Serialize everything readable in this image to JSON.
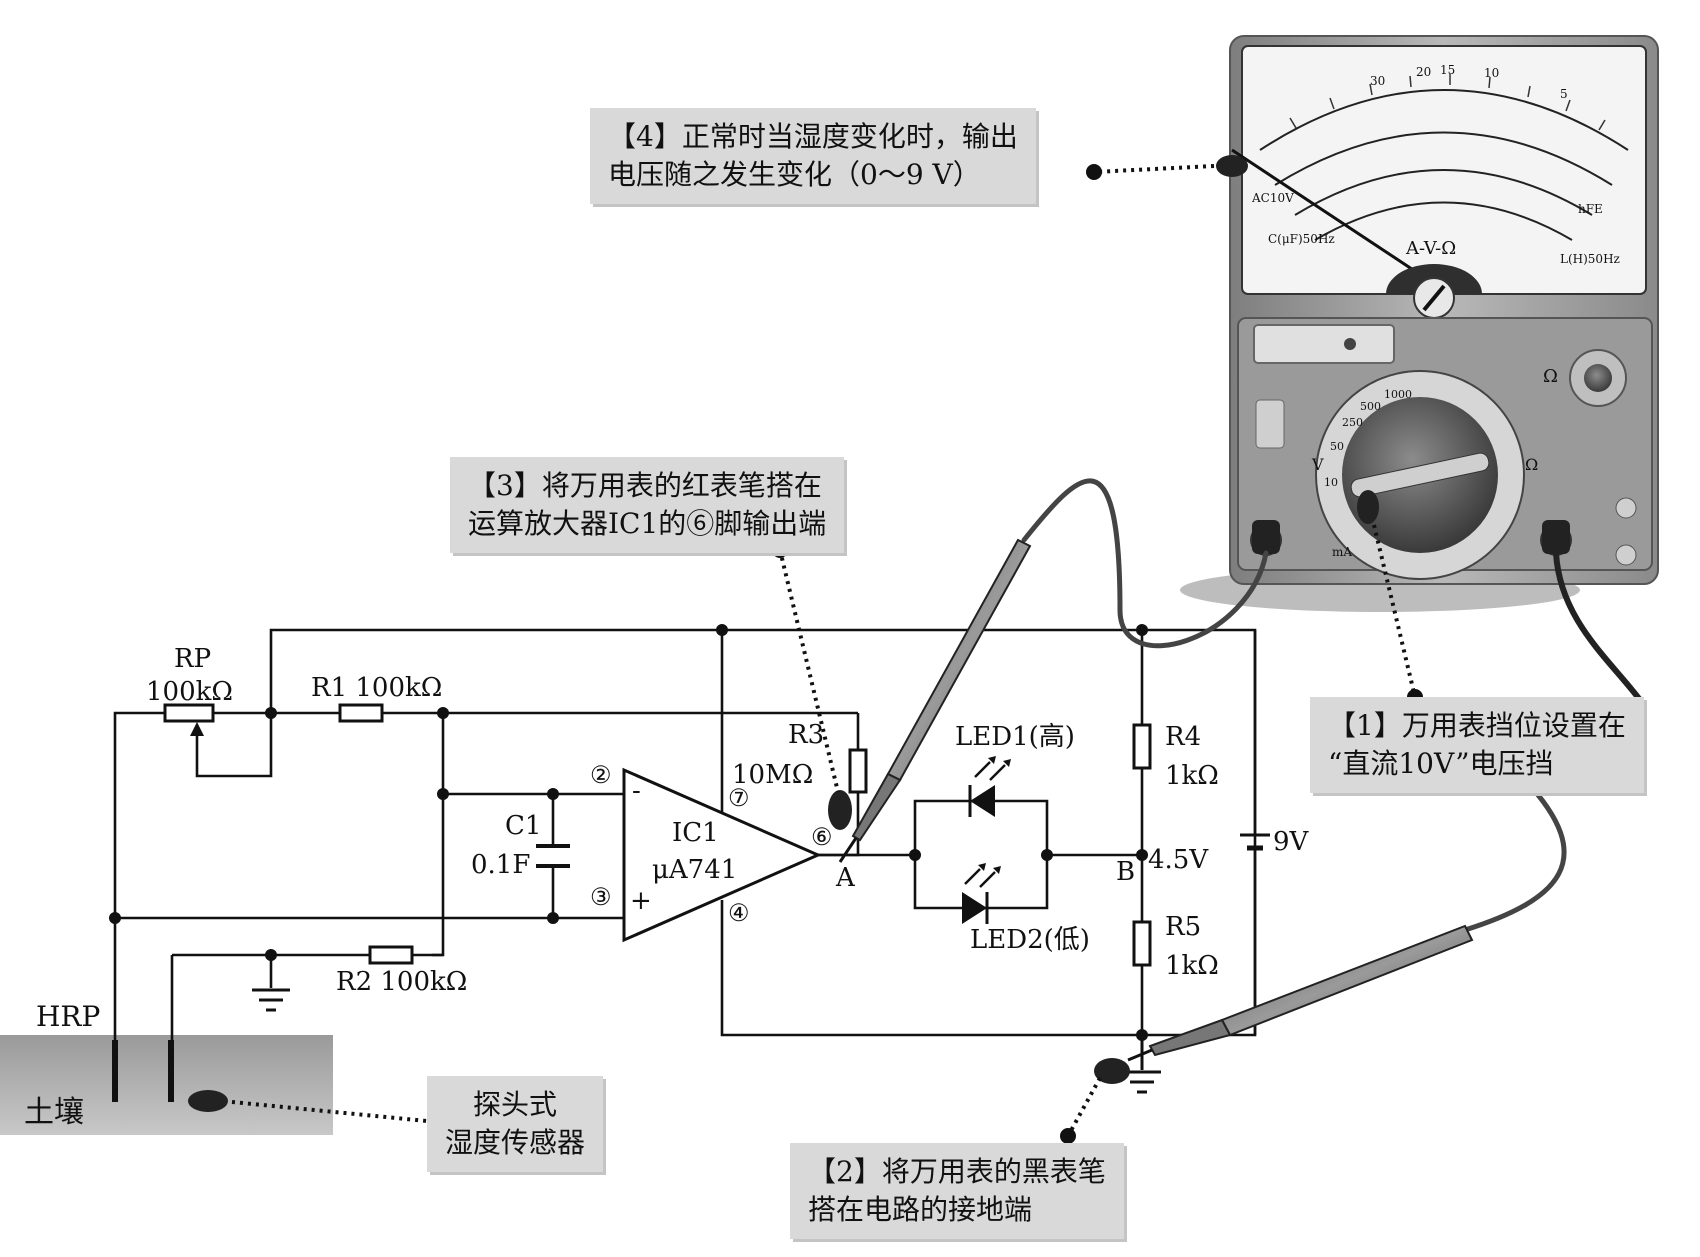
{
  "callouts": {
    "c1": {
      "line1": "【1】万用表挡位设置在",
      "line2": "“直流10V”电压挡"
    },
    "c2": {
      "line1": "【2】将万用表的黑表笔",
      "line2": "搭在电路的接地端"
    },
    "c3": {
      "line1": "【3】将万用表的红表笔搭在",
      "line2": "运算放大器IC1的⑥脚输出端"
    },
    "c4": {
      "line1": "【4】正常时当湿度变化时，输出",
      "line2": "电压随之发生变化（0～9 V）"
    },
    "sensor": {
      "line1": "探头式",
      "line2": "湿度传感器"
    }
  },
  "circuit": {
    "rp_name": "RP",
    "rp_value": "100kΩ",
    "r1": "R1 100kΩ",
    "r2": "R2 100kΩ",
    "r3_name": "R3",
    "r3_value": "10MΩ",
    "c1_name": "C1",
    "c1_value": "0.1F",
    "ic_name": "IC1",
    "ic_model": "μA741",
    "pin2": "②",
    "pin3": "③",
    "pin4": "④",
    "pin6": "⑥",
    "pin7": "⑦",
    "minus": "-",
    "plus": "+",
    "led1": "LED1(高)",
    "led2": "LED2(低)",
    "r4_name": "R4",
    "r4_value": "1kΩ",
    "r5_name": "R5",
    "r5_value": "1kΩ",
    "node_a": "A",
    "node_b": "B",
    "mid_voltage": "4.5V",
    "battery": "9V",
    "hrp": "HRP",
    "soil": "土壤"
  },
  "meter": {
    "dial_scale_label": "A-V-Ω",
    "ac_label": "AC10V",
    "left_freq": "C(μF)50Hz",
    "right_freq": "L(H)50Hz",
    "hfe": "hFE",
    "ohm_symbol": "Ω",
    "v_symbol": "V",
    "ma_symbol": "mA",
    "top_scale": [
      "30",
      "20",
      "15",
      "10",
      "5"
    ],
    "dc_ranges": [
      "1000",
      "500",
      "250",
      "50",
      "10"
    ]
  }
}
